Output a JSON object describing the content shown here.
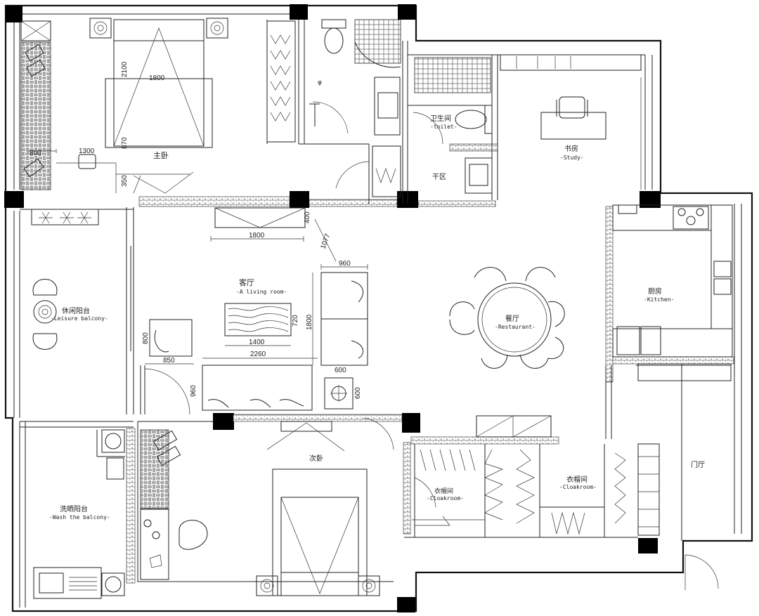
{
  "rooms": {
    "master_bedroom": {
      "zh": "主卧"
    },
    "living_room": {
      "zh": "客厅",
      "en": "-A living room-"
    },
    "dining_room": {
      "zh": "餐厅",
      "en": "-Restaurant-"
    },
    "kitchen": {
      "zh": "厨房",
      "en": "-Kitchen-"
    },
    "study": {
      "zh": "书房",
      "en": "-Study-"
    },
    "toilet": {
      "zh": "卫生间",
      "en": "-toilet-"
    },
    "dry_area": {
      "zh": "干区"
    },
    "leisure_balcony": {
      "zh": "休闲阳台",
      "en": "-Leisure balcony-"
    },
    "wash_balcony": {
      "zh": "洗晒阳台",
      "en": "-Wash the balcony-"
    },
    "second_bedroom": {
      "zh": "次卧"
    },
    "cloakroom_1": {
      "zh": "衣帽间",
      "en": "-Cloakroom-"
    },
    "cloakroom_2": {
      "zh": "衣帽间",
      "en": "-Cloakroom-"
    },
    "foyer": {
      "zh": "门厅"
    }
  },
  "dimensions": {
    "master_bed_width": "1800",
    "master_bed_length": "2100",
    "master_870": "870",
    "master_800": "800",
    "master_1300": "1300",
    "master_350": "350",
    "tv_width": "1800",
    "tv_depth": "400",
    "diag_1077": "1077",
    "sofa_depth": "960",
    "sofa_length": "1800",
    "rug_height": "720",
    "rug_width": "1400",
    "armchair_height": "800",
    "armchair_width": "850",
    "living_total": "2260",
    "bottom_sofa_depth": "960",
    "side_table_w": "600",
    "side_table_h": "600"
  }
}
